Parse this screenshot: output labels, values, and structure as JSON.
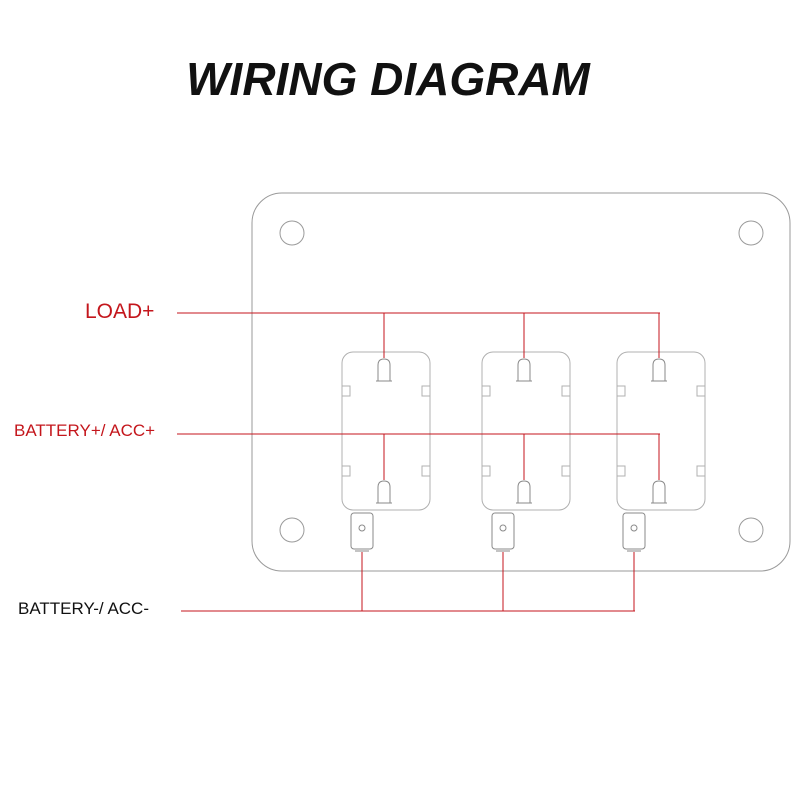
{
  "title": "WIRING DIAGRAM",
  "labels": {
    "load_positive": "LOAD+",
    "battery_positive": "BATTERY+/ ACC+",
    "battery_negative": "BATTERY-/ ACC-"
  },
  "colors": {
    "positive_wire": "#c4161c",
    "negative_wire": "#c4161c",
    "positive_label": "#c4161c",
    "negative_label": "#111111",
    "panel_outline": "#9a9a9a",
    "switch_outline": "#b0b0b0",
    "terminal_outline": "#8a8a8a"
  },
  "switch_count": 3
}
